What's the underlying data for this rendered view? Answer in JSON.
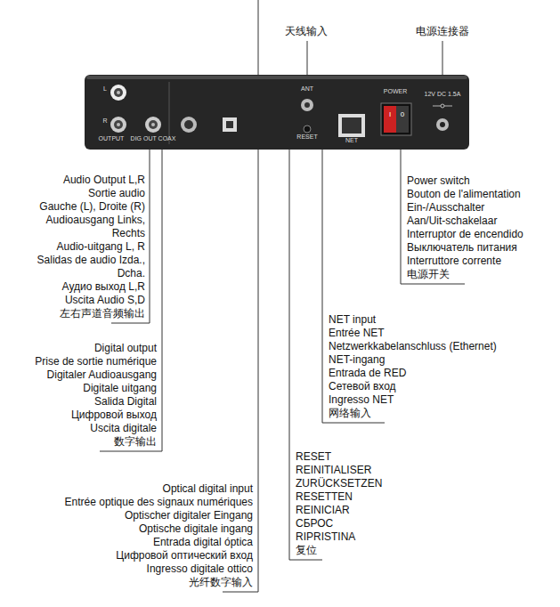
{
  "diagram": {
    "nodes": [
      {
        "text": [
          "L",
          "R",
          "OUTPUT",
          "DIG OUT COAX",
          "ANT",
          "RESET",
          "NET",
          "POWER",
          "12V DC 1.5A",
          "I",
          "0"
        ]
      }
    ],
    "labels": [
      "天线输入",
      "电源连接器",
      "Audio Output L,R",
      "Sortie audio",
      "Gauche (L), Droite (R)",
      "Audioausgang Links, Rechts",
      "Audio-uitgang L, R",
      "Salidas de audio Izda., Dcha.",
      "Аудио выход L,R",
      "Uscita Audio S,D",
      "左右声道音频输出",
      "Digital output",
      "Prise de sortie numérique",
      "Digitaler Audioausgang",
      "Digitale uitgang",
      "Salida Digital",
      "Цифровой выход",
      "Uscita digitale",
      "数字输出",
      "Optical digital input",
      "Entrée optique des signaux numériques",
      "Optischer digitaler Eingang",
      "Optische digitale ingang",
      "Entrada digital óptica",
      "Цифровой оптический вход",
      "Ingresso digitale ottico",
      "光纤数字输入",
      "RESET",
      "REINITIALISER",
      "ZURÜCKSETZEN",
      "RESETTEN",
      "REINICIAR",
      "СБРОС",
      "RIPRISTINA",
      "复位",
      "NET input",
      "Entrée NET",
      "Netzwerkkabelanschluss (Ethernet)",
      "NET-ingang",
      "Entrada de RED",
      "Сетевой вход",
      "Ingresso NET",
      "网络输入",
      "Power switch",
      "Bouton de l'alimentation",
      "Ein-/Ausschalter",
      "Aan/Uit-schakelaar",
      "Interruptor de encendido",
      "Выключатель питания",
      "Interruttore corrente",
      "电源开关"
    ]
  }
}
